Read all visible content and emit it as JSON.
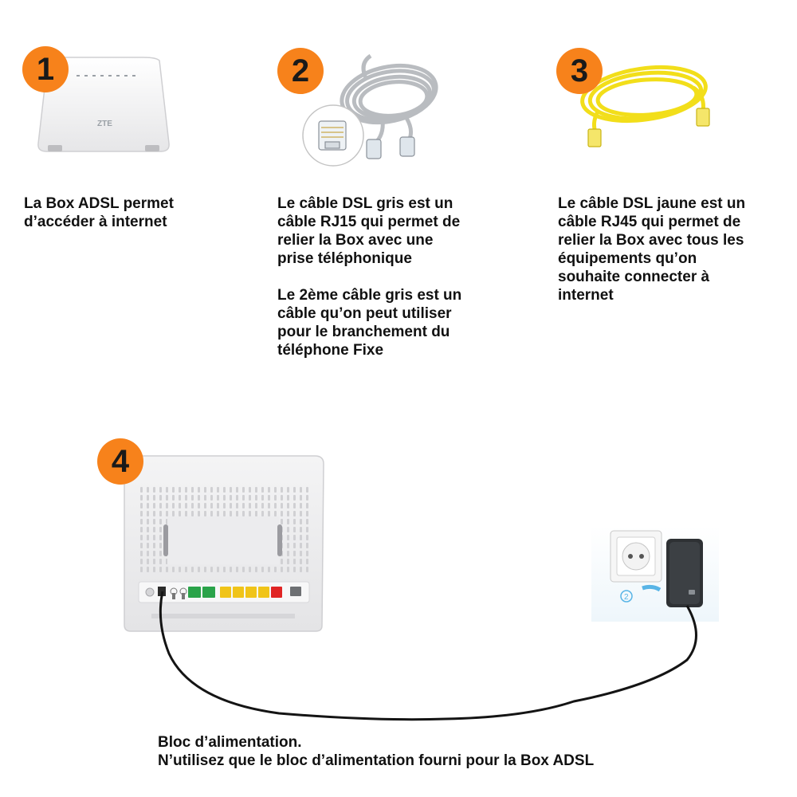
{
  "steps": [
    {
      "number": "1",
      "text": "La Box ADSL permet\nd’accéder à internet"
    },
    {
      "number": "2",
      "text": "Le câble DSL gris est un\ncâble RJ15 qui permet de\nrelier la Box avec une\nprise téléphonique",
      "text2": "Le 2ème câble gris est un\ncâble qu’on peut utiliser\npour le branchement du\ntéléphone Fixe"
    },
    {
      "number": "3",
      "text": "Le câble DSL jaune est un\ncâble RJ45 qui permet de\nrelier la Box avec tous les\néquipements qu’on\nsouhaite connecter à\ninternet"
    },
    {
      "number": "4"
    }
  ],
  "router_brand": "ZTE",
  "wall_label": "2",
  "power": {
    "title": "Bloc d’alimentation.",
    "note": "N’utilisez que le bloc d’alimentation fourni pour la Box ADSL"
  },
  "colors": {
    "accent": "#f7821b",
    "cable_grey": "#b9bcc0",
    "cable_yellow": "#f2de1a",
    "port_green": "#2aa34a",
    "port_yellow": "#f0c419",
    "port_red": "#e02424"
  },
  "icons": [
    "router-front-image",
    "grey-rj11-cable-image",
    "yellow-rj45-cable-image",
    "router-back-image",
    "power-adapter-image"
  ]
}
